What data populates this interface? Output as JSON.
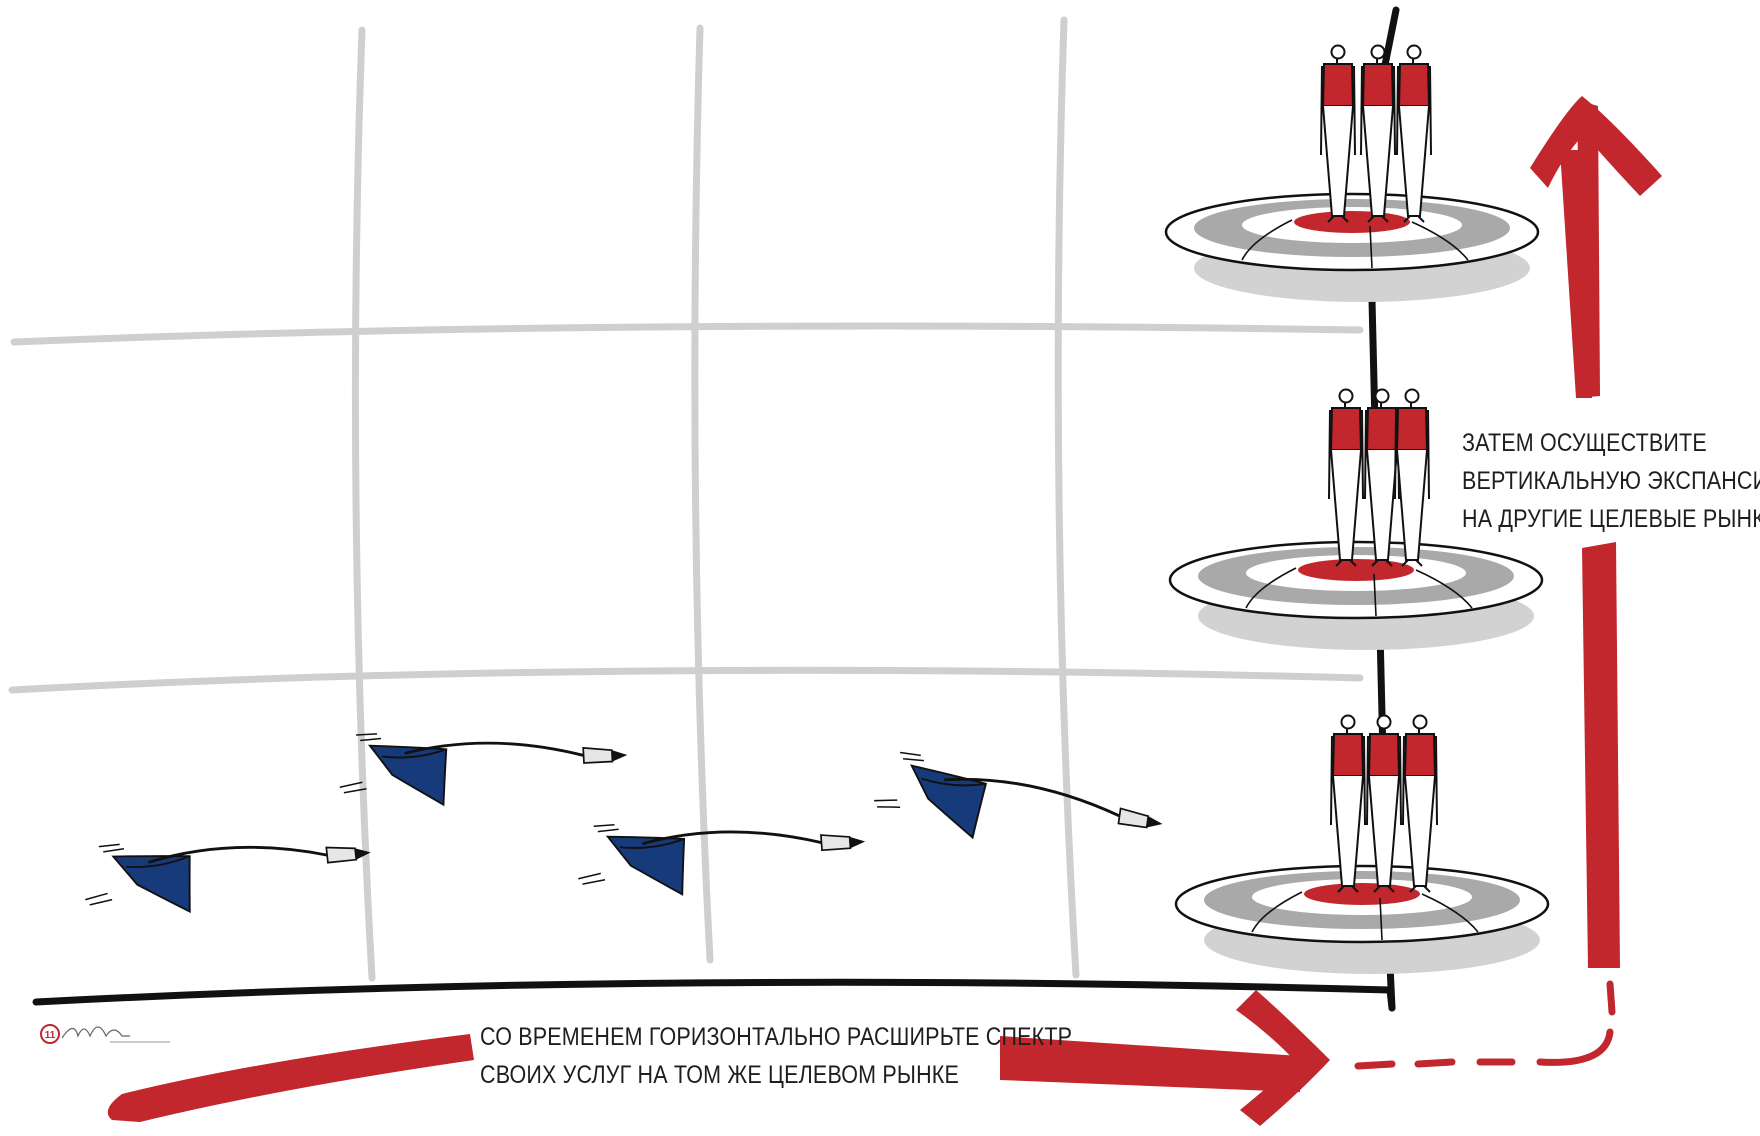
{
  "captions": {
    "vertical": {
      "line1": "ЗАТЕМ ОСУЩЕСТВИТЕ",
      "line2": "ВЕРТИКАЛЬНУЮ ЭКСПАНСИЮ",
      "line3": "НА ДРУГИЕ ЦЕЛЕВЫЕ РЫНКИ"
    },
    "horizontal": {
      "line1": "СО ВРЕМЕНЕМ ГОРИЗОНТАЛЬНО РАСШИРЬТЕ СПЕКТР",
      "line2": "СВОИХ УСЛУГ НА ТОМ ЖЕ ЦЕЛЕВОМ РЫНКЕ"
    }
  },
  "colors": {
    "red": "#c1272d",
    "navy": "#173a7b",
    "grid": "#cfcfcf",
    "ink": "#111111",
    "shadow": "#d2d2d2",
    "ring": "#a9a9a9"
  },
  "counts": {
    "targets": 3,
    "people_per_target": 3,
    "darts": 4
  },
  "icons": {
    "target": "target-platform-icon",
    "person": "person-icon",
    "dart": "dart-icon",
    "arrow_up": "arrow-up-icon",
    "arrow_right": "arrow-right-icon",
    "logo": "author-logo-icon"
  }
}
